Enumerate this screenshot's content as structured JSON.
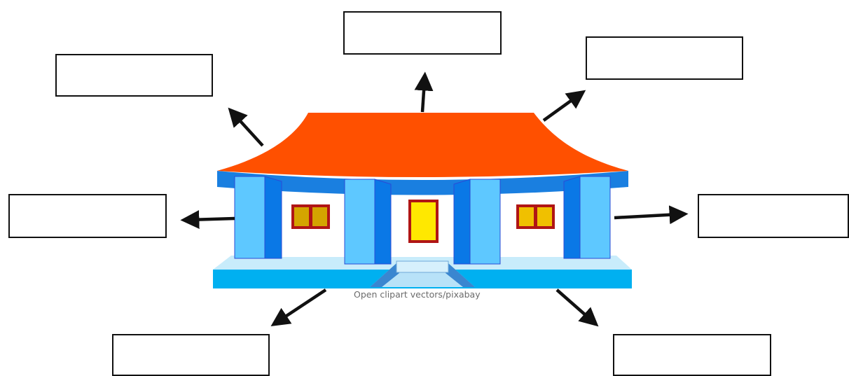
{
  "diagram": {
    "image_credit": "Open clipart vectors/pixabay",
    "colors": {
      "roof": "#ff5000",
      "eave": "#1a7fe0",
      "wall": "#ffffff",
      "column_front": "#5ec8ff",
      "column_side": "#0a78e6",
      "platform_top": "#c8ecfb",
      "platform_front": "#00b0f0",
      "window_frame": "#b01515",
      "window_glass": "#d4a400",
      "door": "#ffe800",
      "arrow": "#111111"
    },
    "label_boxes": [
      {
        "id": "top-left",
        "text": ""
      },
      {
        "id": "top-center",
        "text": ""
      },
      {
        "id": "top-right",
        "text": ""
      },
      {
        "id": "middle-left",
        "text": ""
      },
      {
        "id": "middle-right",
        "text": ""
      },
      {
        "id": "bottom-left",
        "text": ""
      },
      {
        "id": "bottom-right",
        "text": ""
      }
    ]
  }
}
